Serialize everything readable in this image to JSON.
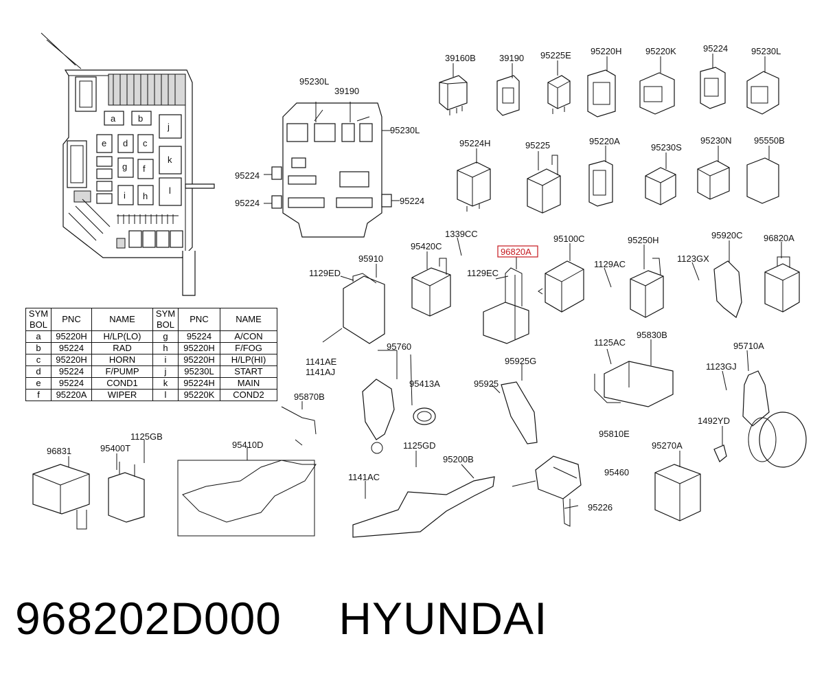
{
  "labels": {
    "l39160b": "39160B",
    "l39190a": "39190",
    "l95225e": "95225E",
    "l95220h": "95220H",
    "l95220k": "95220K",
    "l95224a": "95224",
    "l95230la": "95230L",
    "l95224h": "95224H",
    "l95225": "95225",
    "l95220a": "95220A",
    "l95230s": "95230S",
    "l95230n": "95230N",
    "l95550b": "95550B",
    "l95230lb": "95230L",
    "l39190b": "39190",
    "l95230lc": "95230L",
    "l95224b": "95224",
    "l95224c": "95224",
    "l95224d": "95224",
    "l95420c": "95420C",
    "l1339cc": "1339CC",
    "l96820a_hl": "96820A",
    "l95100c": "95100C",
    "l95250h": "95250H",
    "l95920c": "95920C",
    "l96820a": "96820A",
    "l95910": "95910",
    "l1129ed": "1129ED",
    "l1129ec": "1129EC",
    "l1129ac": "1129AC",
    "l1123gx": "1123GX",
    "l1141ae": "1141AE",
    "l1141aj": "1141AJ",
    "l95760": "95760",
    "l95413a": "95413A",
    "l95925g": "95925G",
    "l95925": "95925",
    "l1125ac": "1125AC",
    "l95830b": "95830B",
    "l95810e": "95810E",
    "l95710a": "95710A",
    "l1123gj": "1123GJ",
    "l1492yd": "1492YD",
    "l95870b": "95870B",
    "l96831": "96831",
    "l95400t": "95400T",
    "l1125gb": "1125GB",
    "l95410d": "95410D",
    "l1125gd": "1125GD",
    "l95200b": "95200B",
    "l1141ac": "1141AC",
    "l95460": "95460",
    "l95226": "95226",
    "l95270a": "95270A",
    "box_a": "a",
    "box_b": "b",
    "box_c": "c",
    "box_d": "d",
    "box_e": "e",
    "box_f": "f",
    "box_g": "g",
    "box_h": "h",
    "box_i": "i",
    "box_j": "j",
    "box_k": "k",
    "box_l": "l"
  },
  "table": {
    "headers": {
      "sym": "SYM BOL",
      "pnc": "PNC",
      "name": "NAME"
    },
    "rows": [
      {
        "s1": "a",
        "p1": "95220H",
        "n1": "H/LP(LO)",
        "s2": "g",
        "p2": "95224",
        "n2": "A/CON"
      },
      {
        "s1": "b",
        "p1": "95224",
        "n1": "RAD",
        "s2": "h",
        "p2": "95220H",
        "n2": "F/FOG"
      },
      {
        "s1": "c",
        "p1": "95220H",
        "n1": "HORN",
        "s2": "i",
        "p2": "95220H",
        "n2": "H/LP(HI)"
      },
      {
        "s1": "d",
        "p1": "95224",
        "n1": "F/PUMP",
        "s2": "j",
        "p2": "95230L",
        "n2": "START"
      },
      {
        "s1": "e",
        "p1": "95224",
        "n1": "COND1",
        "s2": "k",
        "p2": "95224H",
        "n2": "MAIN"
      },
      {
        "s1": "f",
        "p1": "95220A",
        "n1": "WIPER",
        "s2": "l",
        "p2": "95220K",
        "n2": "COND2"
      }
    ]
  },
  "footer": {
    "part_number": "968202D000",
    "brand": "HYUNDAI"
  },
  "colors": {
    "highlight": "#c4161c",
    "line": "#111111"
  }
}
